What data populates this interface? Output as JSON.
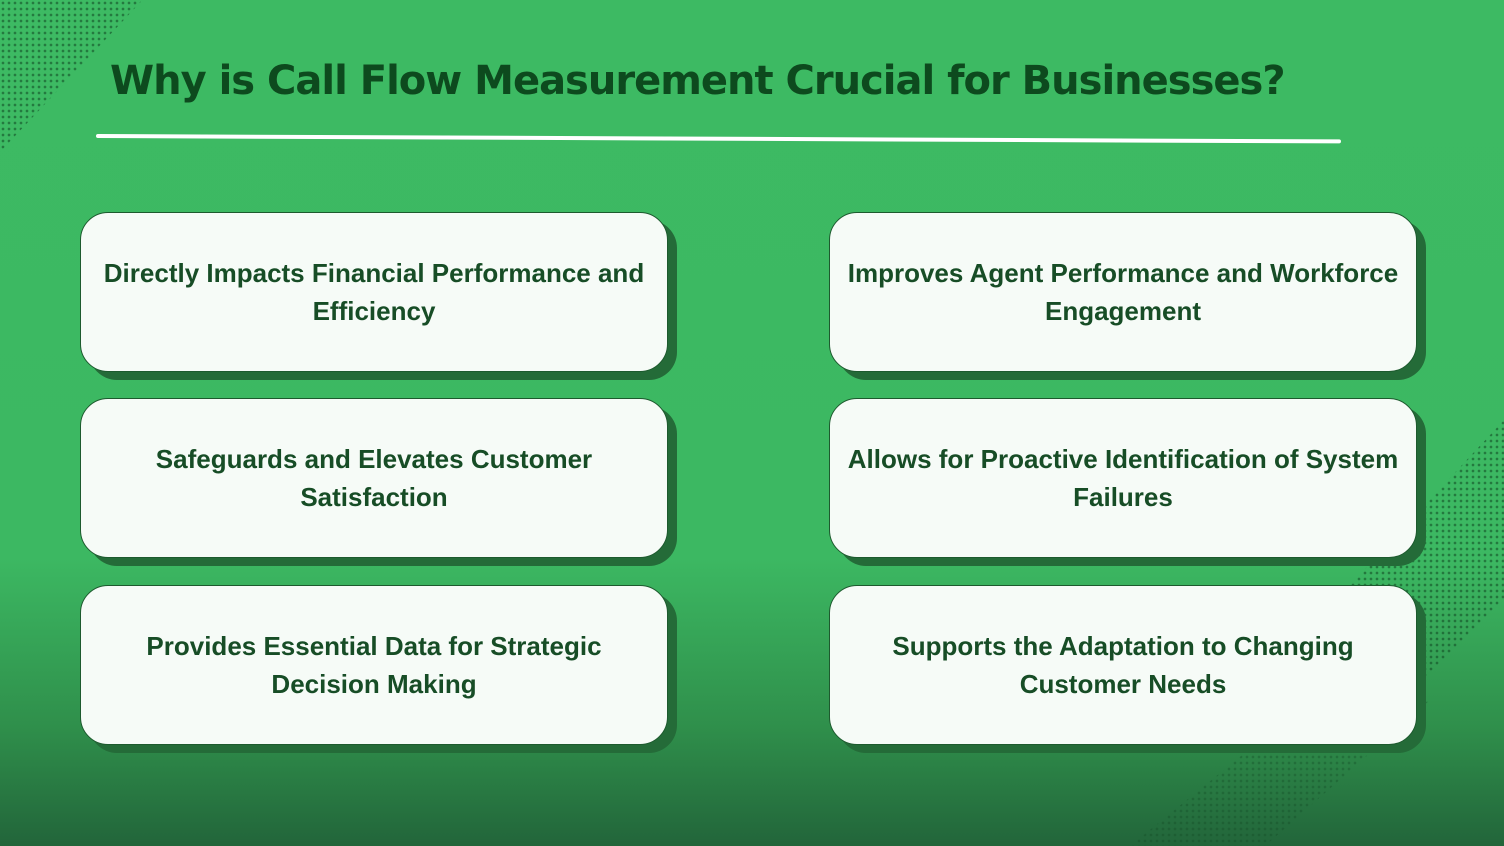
{
  "title": "Why is Call Flow Measurement Crucial for Businesses?",
  "cards": [
    "Directly Impacts Financial Performance and Efficiency",
    "Improves Agent Performance and Workforce Engagement",
    "Safeguards and Elevates Customer Satisfaction",
    "Allows for Proactive Identification of System Failures",
    "Provides Essential Data for Strategic Decision Making",
    "Supports the Adaptation to Changing Customer Needs"
  ],
  "colors": {
    "background": "#3cb862",
    "title_text": "#0d4a1e",
    "card_fill": "#f6fbf7",
    "card_text": "#174d26",
    "card_shadow": "#246b38"
  }
}
